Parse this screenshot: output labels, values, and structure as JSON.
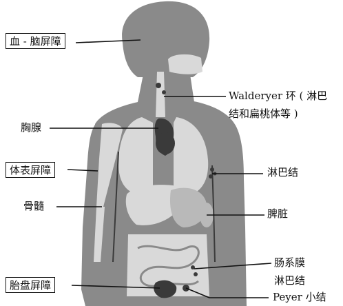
{
  "colors": {
    "silhouette": "#8a8a8a",
    "organ_light": "#d9d9d9",
    "organ_mid": "#b9b9b9",
    "organ_dark": "#3a3a3a",
    "line": "#111111"
  },
  "labels": {
    "bbb": "血 - 脑屏障",
    "waldeyer_line1": "Walderyer 环 ( 淋巴",
    "waldeyer_line2": "结和扁桃体等 )",
    "thymus": "胸腺",
    "body_surface": "体表屏障",
    "lymph_node": "淋巴结",
    "bone_marrow": "骨髓",
    "spleen": "脾脏",
    "mesenteric_line1": "肠系膜",
    "mesenteric_line2": "淋巴结",
    "placental": "胎盘屏障",
    "peyer": "Peyer 小结"
  }
}
